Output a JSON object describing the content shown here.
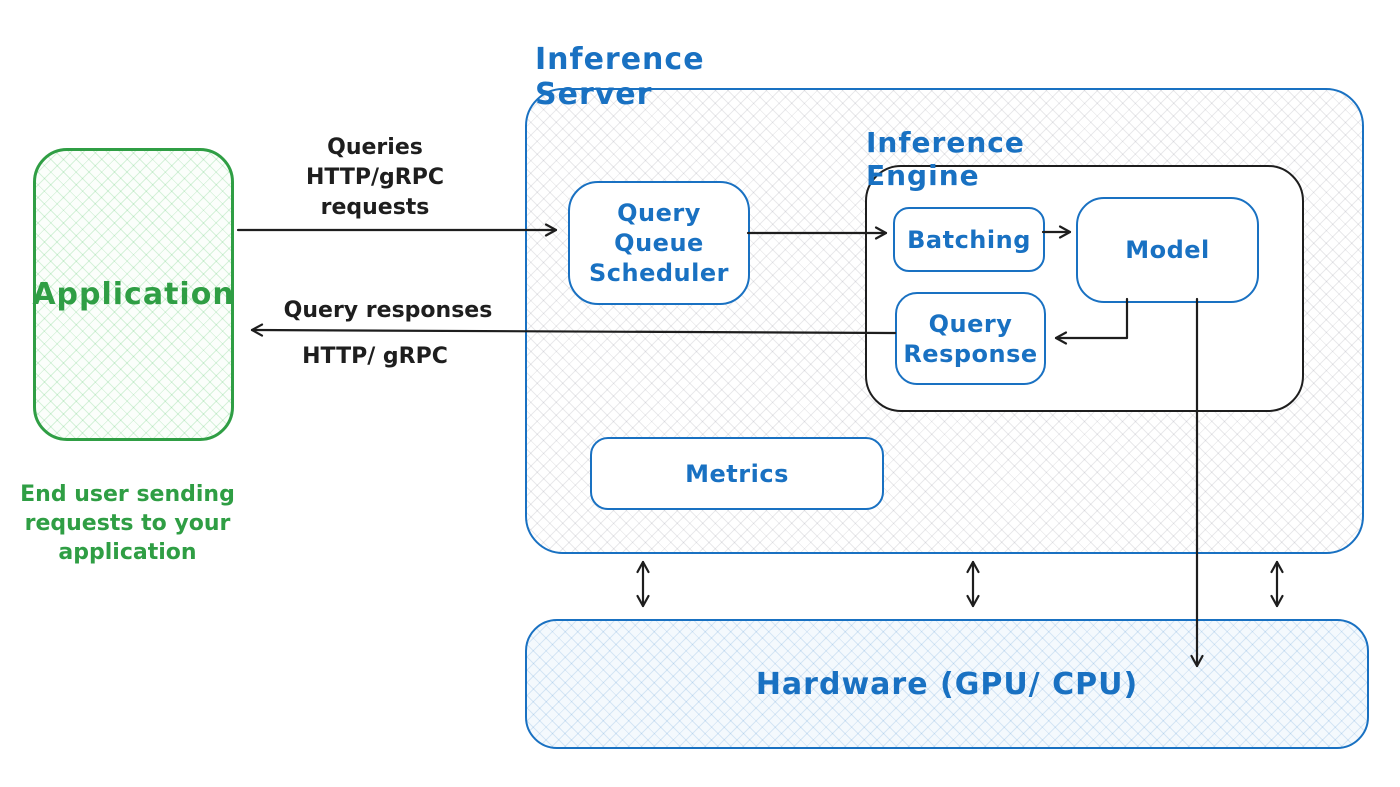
{
  "colors": {
    "blue": "#1971c2",
    "green": "#2f9e44",
    "ink": "#1e1e1e"
  },
  "titles": {
    "inference_server": "Inference Server",
    "inference_engine": "Inference Engine"
  },
  "application": {
    "label": "Application",
    "caption": "End user sending\nrequests to your\napplication"
  },
  "arrows": {
    "request_label": "Queries\nHTTP/gRPC\nrequests",
    "response_label_top": "Query responses",
    "response_label_bottom": "HTTP/ gRPC"
  },
  "boxes": {
    "query_queue_scheduler": "Query\nQueue\nScheduler",
    "batching": "Batching",
    "model": "Model",
    "query_response": "Query\nResponse",
    "metrics": "Metrics",
    "hardware": "Hardware (GPU/ CPU)"
  }
}
